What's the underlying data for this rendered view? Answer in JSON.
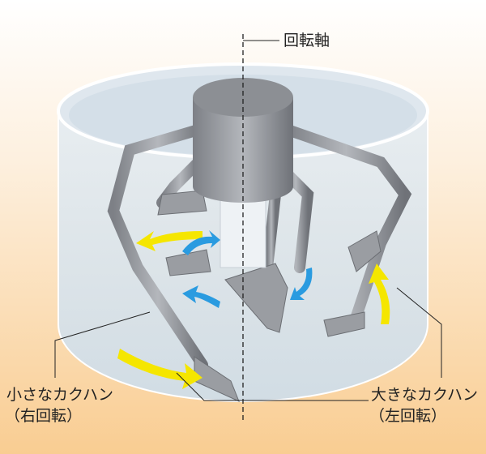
{
  "labels": {
    "shaft": "回転軸",
    "small_mixer_line1": "小さなカクハン",
    "small_mixer_line2": "（右回転）",
    "large_mixer_line1": "大きなカクハン",
    "large_mixer_line2": "（左回転）"
  },
  "colors": {
    "arrow_blue": "#2a9be0",
    "arrow_yellow": "#f5e600",
    "metal": "#8e9196",
    "background": "#f9cd92"
  }
}
